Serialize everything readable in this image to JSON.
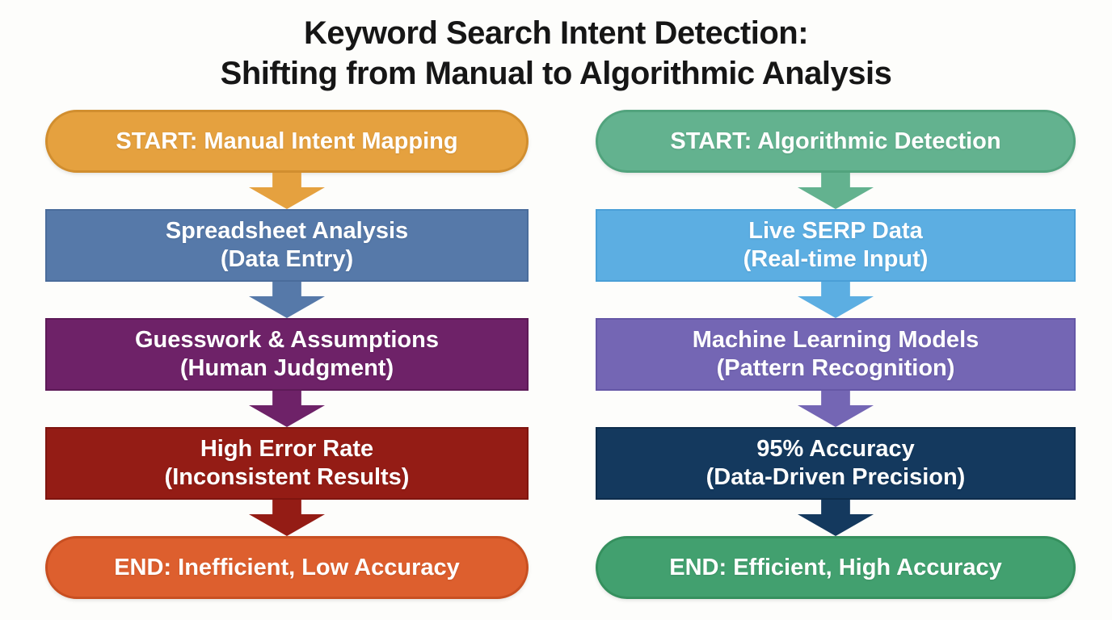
{
  "title": {
    "line1": "Keyword Search Intent Detection:",
    "line2": "Shifting from Manual to Algorithmic Analysis"
  },
  "background_color": "#FDFDFB",
  "title_color": "#161616",
  "node_text_color": "#FFFFFF",
  "columns": [
    {
      "name": "Manual Intent Mapping",
      "steps": [
        {
          "label": "START: Manual Intent Mapping",
          "shape": "pill",
          "color": "#E5A13F",
          "border": "#D18E2F",
          "arrow_color": "#E5A13F"
        },
        {
          "label": "Spreadsheet Analysis",
          "sub": "(Data Entry)",
          "shape": "rect",
          "color": "#5679A9",
          "border": "#4A6C9B",
          "arrow_color": "#5679A9"
        },
        {
          "label": "Guesswork & Assumptions",
          "sub": "(Human Judgment)",
          "shape": "rect",
          "color": "#6E2268",
          "border": "#5D1A57",
          "arrow_color": "#6E2268"
        },
        {
          "label": "High Error Rate",
          "sub": "(Inconsistent Results)",
          "shape": "rect",
          "color": "#941C15",
          "border": "#7F150F",
          "arrow_color": "#941C15"
        },
        {
          "label": "END: Inefficient, Low Accuracy",
          "shape": "pill",
          "color": "#DD5F2E",
          "border": "#C84F21"
        }
      ]
    },
    {
      "name": "Algorithmic Detection",
      "steps": [
        {
          "label": "START: Algorithmic Detection",
          "shape": "pill",
          "color": "#63B28F",
          "border": "#51A37D",
          "arrow_color": "#63B28F"
        },
        {
          "label": "Live SERP Data",
          "sub": "(Real-time Input)",
          "shape": "rect",
          "color": "#5CAEE2",
          "border": "#4A9FD7",
          "arrow_color": "#5CAEE2"
        },
        {
          "label": "Machine Learning Models",
          "sub": "(Pattern Recognition)",
          "shape": "rect",
          "color": "#7466B4",
          "border": "#6557A6",
          "arrow_color": "#7466B4"
        },
        {
          "label": "95% Accuracy",
          "sub": "(Data-Driven Precision)",
          "shape": "rect",
          "color": "#14395E",
          "border": "#0E2D4C",
          "arrow_color": "#14395E"
        },
        {
          "label": "END: Efficient, High Accuracy",
          "shape": "pill",
          "color": "#42A06F",
          "border": "#35905E"
        }
      ]
    }
  ]
}
